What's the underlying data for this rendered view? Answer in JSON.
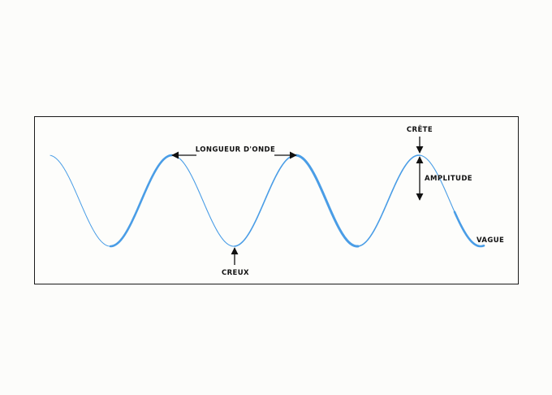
{
  "labels": {
    "wavelength": "LONGUEUR D'ONDE",
    "crest": "CRÊTE",
    "amplitude": "AMPLITUDE",
    "trough": "CREUX",
    "wave": "VAGUE"
  },
  "colors": {
    "wave": "#4a9de6",
    "ink": "#111111",
    "frame": "#1a1a1a",
    "background": "#fcfcfa"
  }
}
